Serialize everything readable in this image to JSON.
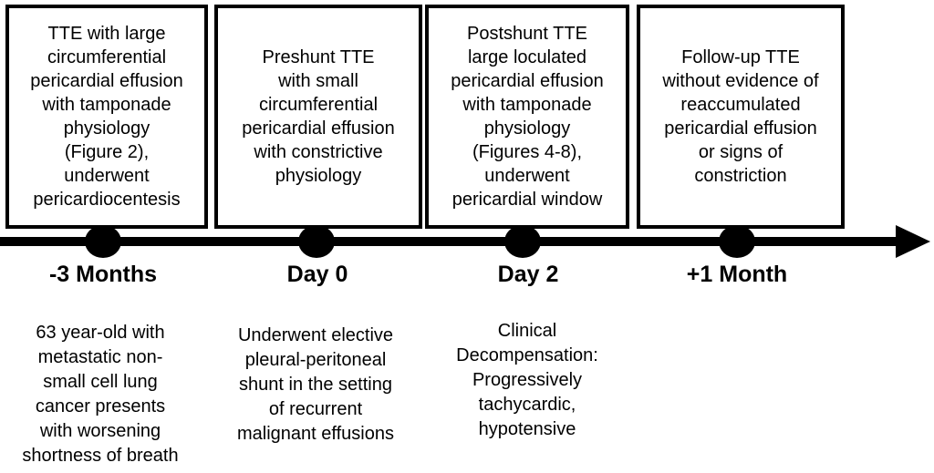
{
  "colors": {
    "ink": "#000000",
    "background": "#ffffff"
  },
  "timeline": {
    "type": "horizontal-arrow-timeline",
    "direction": "left-to-right",
    "events": [
      {
        "time_label": "-3 Months",
        "box_text": "TTE with large\ncircumferential\npericardial effusion\nwith tamponade\nphysiology\n(Figure 2),\nunderwent\npericardiocentesis",
        "note": "63 year-old with\nmetastatic non-\nsmall cell lung\ncancer presents\nwith worsening\nshortness of breath"
      },
      {
        "time_label": "Day 0",
        "box_text": "Preshunt TTE\nwith small\ncircumferential\npericardial effusion\nwith constrictive\nphysiology",
        "note": "Underwent elective\npleural-peritoneal\nshunt in the setting\nof recurrent\nmalignant effusions"
      },
      {
        "time_label": "Day 2",
        "box_text": "Postshunt TTE\nlarge loculated\npericardial effusion\nwith tamponade\nphysiology\n(Figures 4-8),\nunderwent\npericardial window",
        "note": "Clinical\nDecompensation:\nProgressively\ntachycardic,\nhypotensive"
      },
      {
        "time_label": "+1 Month",
        "box_text": "Follow-up TTE\nwithout evidence of\nreaccumulated\npericardial effusion\nor signs of\nconstriction",
        "note": ""
      }
    ]
  }
}
